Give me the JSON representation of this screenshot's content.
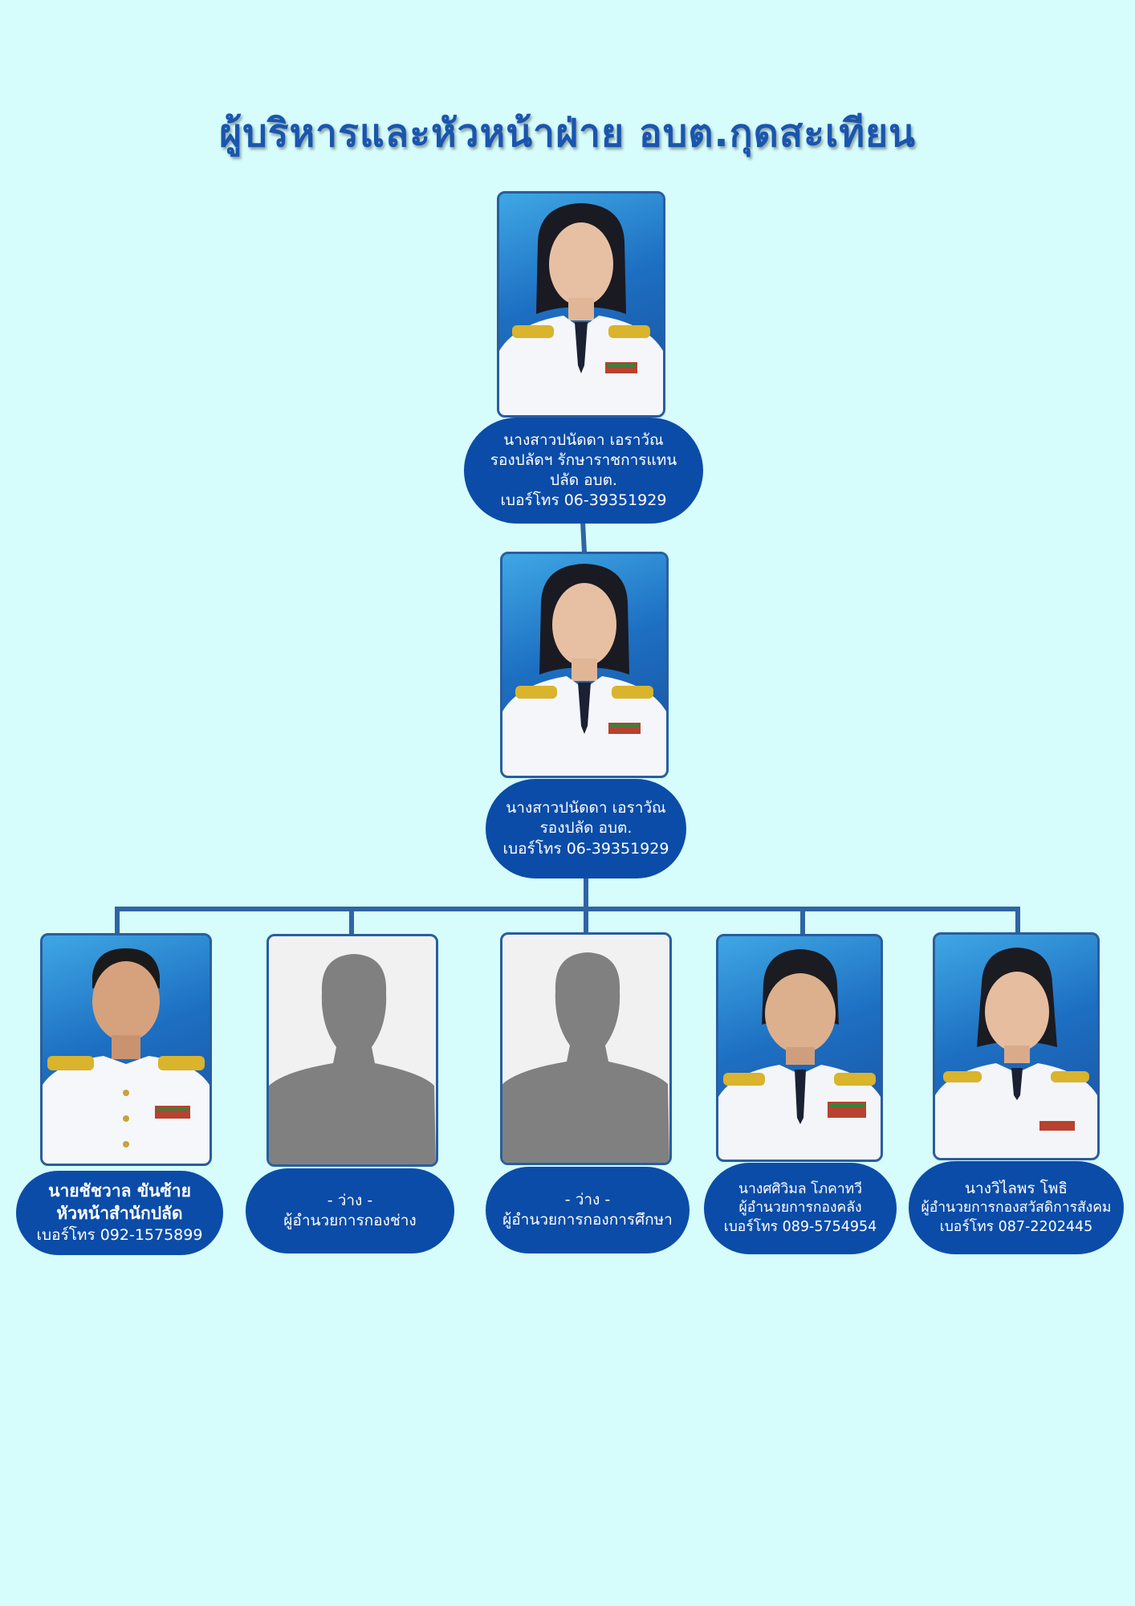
{
  "title": "ผู้บริหารและหัวหน้าฝ่าย อบต.กุดสะเทียน",
  "colors": {
    "background": "#d6fdfb",
    "title": "#1a55b0",
    "label_fill": "#0b4ca8",
    "connector": "#2f64a5",
    "photo_border": "#2a5d9f",
    "vacant_photo": "#f1f1f1",
    "silhouette": "#808080"
  },
  "top": {
    "name": "นางสาวปนัดดา  เอราวัณ",
    "line2": "รองปลัดฯ รักษาราชการแทน",
    "line3": "ปลัด อบต.",
    "phone": "เบอร์โทร 06-39351929"
  },
  "deputy": {
    "name": "นางสาวปนัดดา  เอราวัณ",
    "position": "รองปลัด อบต.",
    "phone": "เบอร์โทร 06-39351929"
  },
  "heads": [
    {
      "name": "นายชัชวาล  ขันซ้าย",
      "position": "หัวหน้าสำนักปลัด",
      "phone": "เบอร์โทร 092-1575899",
      "photo_icon": "male-officer-photo"
    },
    {
      "name": "- ว่าง -",
      "position": "ผู้อำนวยการกองช่าง",
      "photo_icon": "person-silhouette-icon"
    },
    {
      "name": "- ว่าง -",
      "position": "ผู้อำนวยการกองการศึกษา",
      "photo_icon": "person-silhouette-icon"
    },
    {
      "name": "นางศศิวิมล โภคาทวี",
      "position": "ผู้อำนวยการกองคลัง",
      "phone": "เบอร์โทร 089-5754954",
      "photo_icon": "female-officer-photo"
    },
    {
      "name": "นางวิไลพร โพธิ",
      "position": "ผู้อำนวยการกองสวัสดิการสังคม",
      "phone": "เบอร์โทร 087-2202445",
      "photo_icon": "female-officer-photo"
    }
  ]
}
